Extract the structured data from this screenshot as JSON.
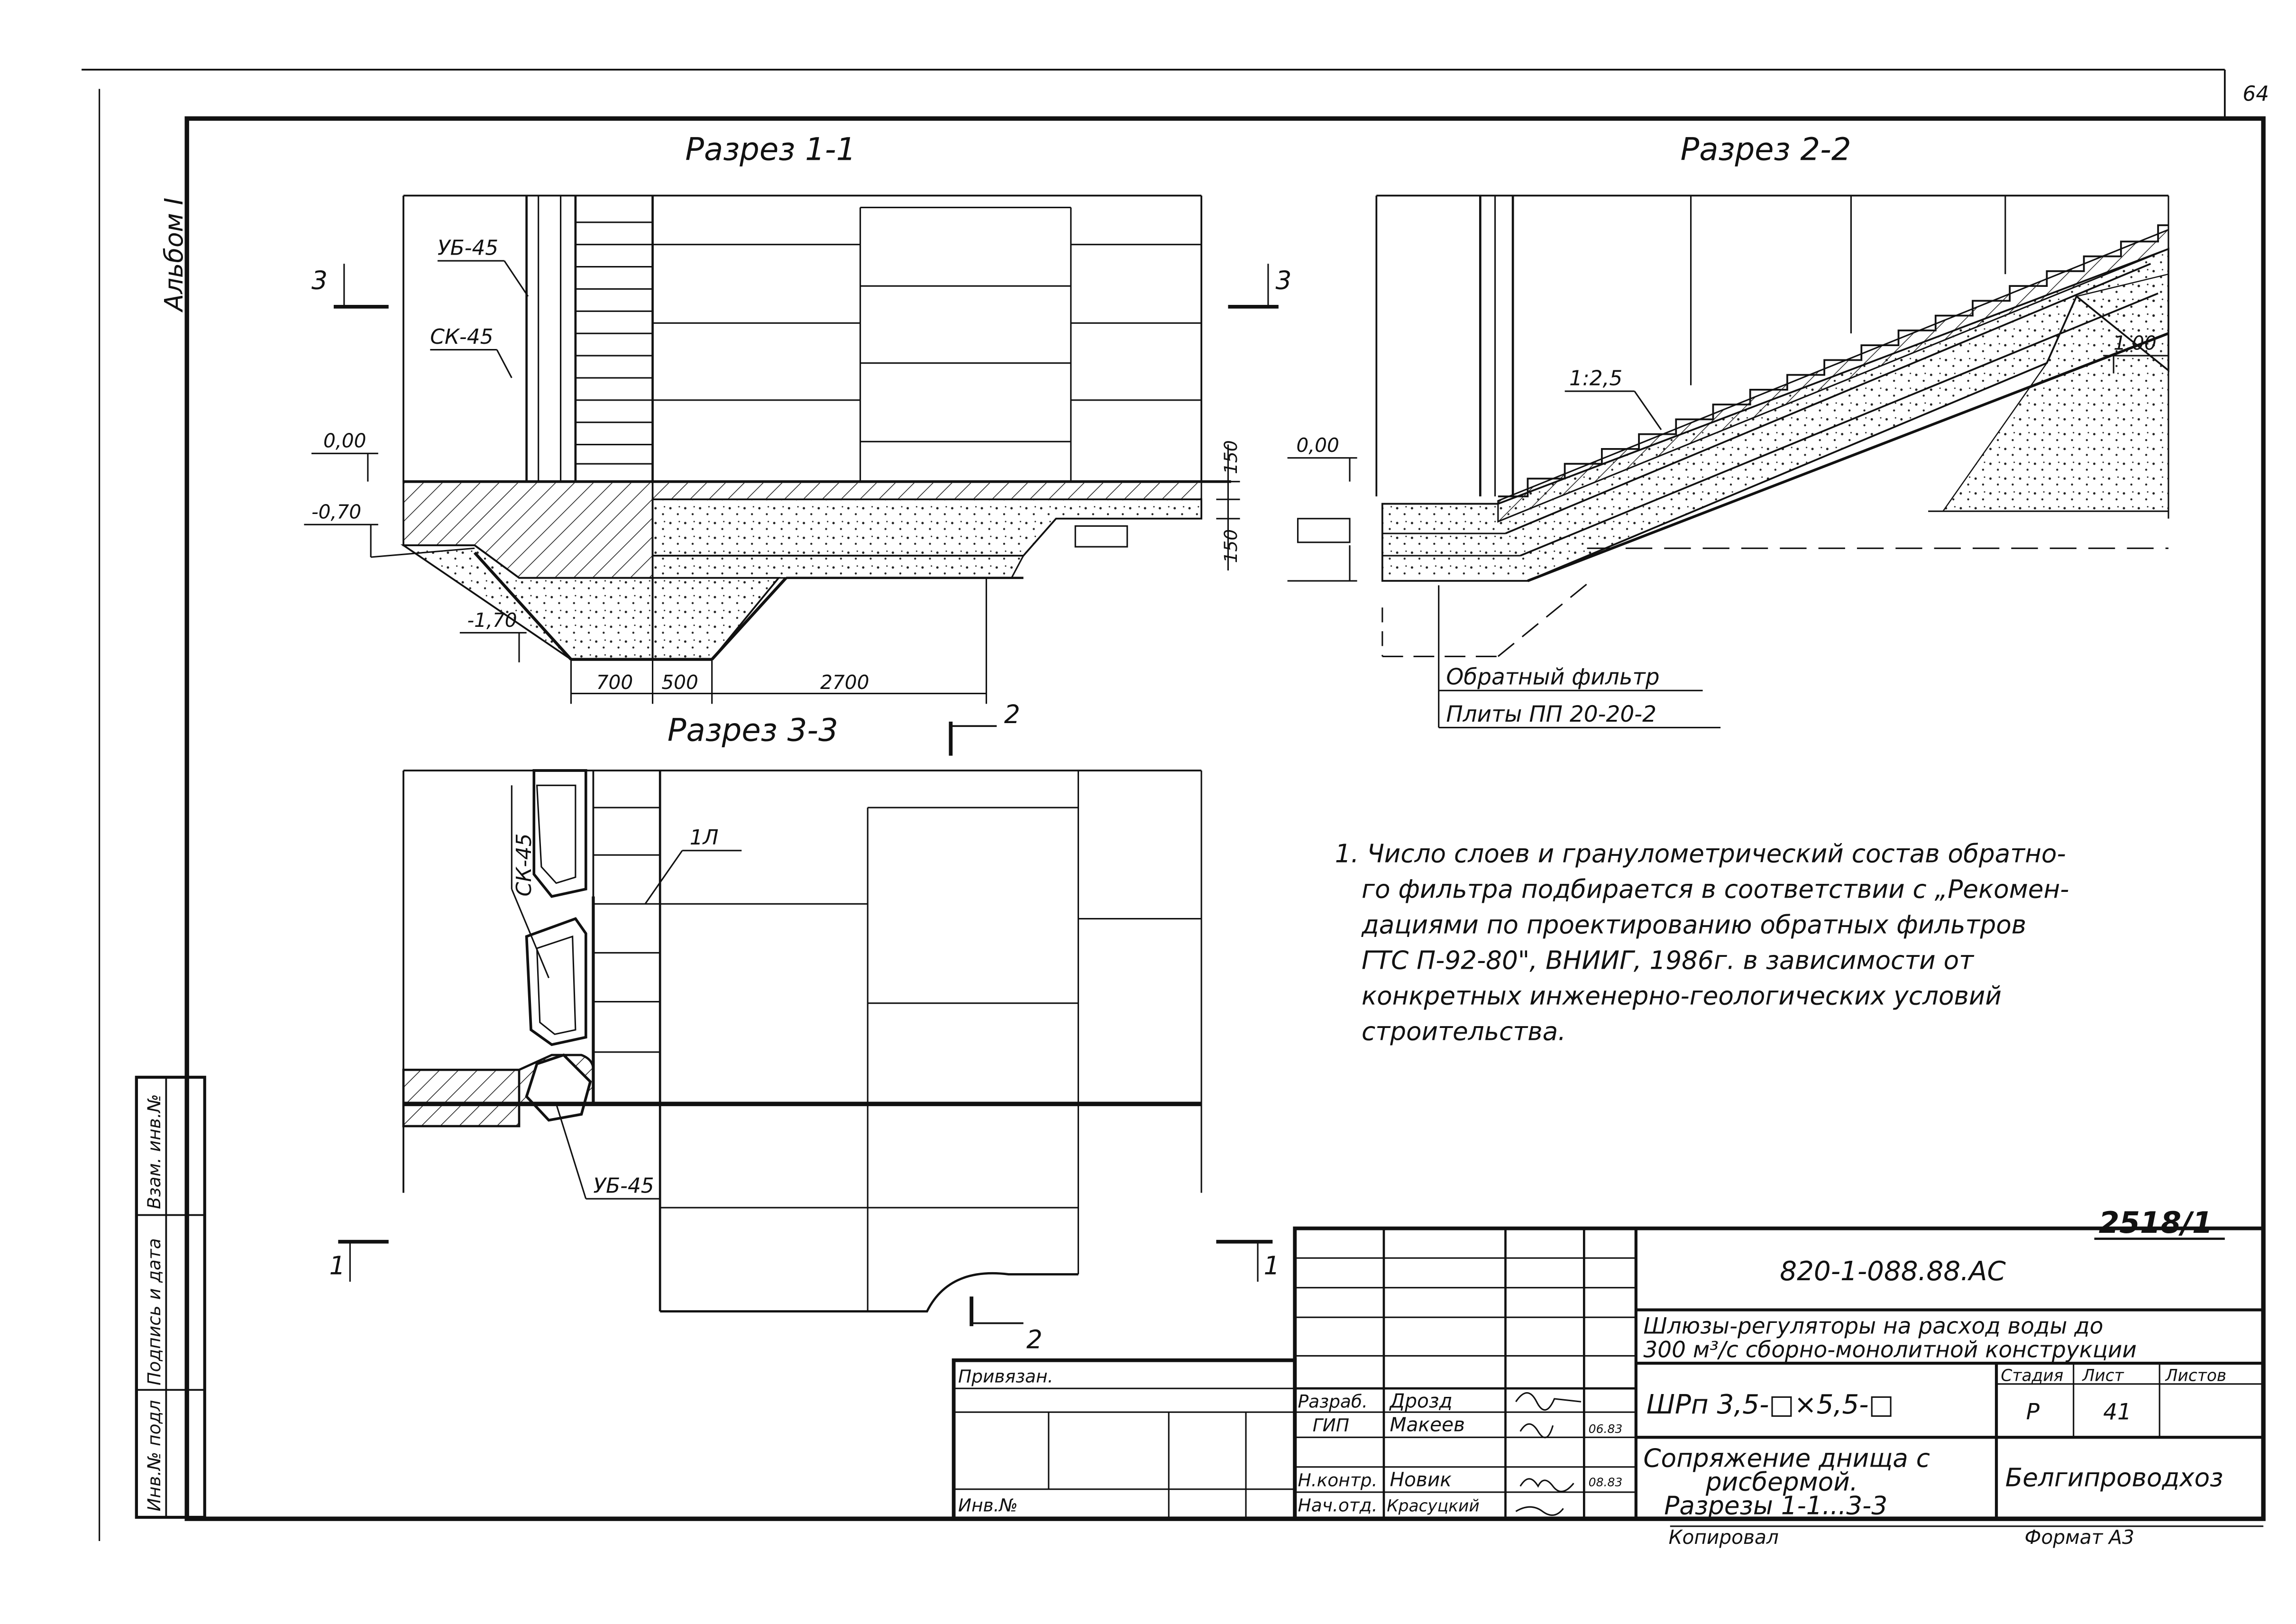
{
  "sheet": {
    "page_no": "64",
    "album": "Альбом I",
    "sheet_code": "2518/1"
  },
  "section_1": {
    "title": "Разрез 1-1",
    "labels": {
      "ub45": "УБ-45",
      "sk45": "СК-45"
    },
    "levels": {
      "zero": "0,00",
      "minus070": "-0,70",
      "minus170": "-1,70"
    },
    "dims": {
      "d700": "700",
      "d500": "500",
      "d2700": "2700",
      "d150a": "150",
      "d150b": "150"
    },
    "cut_marks": {
      "left": "3",
      "right": "3",
      "bottom": "2"
    }
  },
  "section_2": {
    "title": "Разрез 2-2",
    "labels": {
      "slope": "1:2,5",
      "level_top": "1,00",
      "level_zero": "0,00",
      "filter": "Обратный фильтр",
      "plates": "Плиты ПП 20-20-2"
    }
  },
  "section_3": {
    "title": "Разрез 3-3",
    "labels": {
      "sk45": "СК-45",
      "one_l": "1Л",
      "ub45": "УБ-45"
    },
    "cut_marks": {
      "left": "1",
      "right": "1",
      "bottom": "2"
    }
  },
  "note": {
    "lines": [
      "1. Число слоев и гранулометрический состав обратно-",
      "го фильтра подбирается в соответствии с „Рекомен-",
      "дациями по проектированию обратных фильтров",
      "ГТС П-92-80\", ВНИИГ, 1986г. в зависимости от",
      "конкретных инженерно-геологических условий",
      "строительства."
    ]
  },
  "side_stamp": {
    "inv_podl": "Инв.№ подл",
    "signature_date": "Подпись и дата",
    "vzam_inv": "Взам. инв.№"
  },
  "title_block": {
    "doc_code": "820-1-088.88.АС",
    "title_line1": "Шлюзы-регуляторы на расход воды до",
    "title_line2": "300 м³/с сборно-монолитной конструкции",
    "mark": "ШРп 3,5-□×5,5-□",
    "stage_label": "Стадия",
    "sheet_label": "Лист",
    "sheets_label": "Листов",
    "stage": "Р",
    "sheet": "41",
    "drawing_line1": "Сопряжение днища с",
    "drawing_line2": "рисбермой.",
    "drawing_line3": "Разрезы 1-1...3-3",
    "org": "Белгипроводхоз",
    "privyazan": "Привязан.",
    "inv_no": "Инв.№",
    "roles": [
      "Разраб.",
      "ГИП",
      "Н.контр.",
      "Нач.отд."
    ],
    "names": [
      "Дрозд",
      "Макеев",
      "Новик",
      "Красуцкий"
    ],
    "dates": [
      "06.83",
      "08.83"
    ],
    "copied": "Копировал",
    "format": "Формат А3"
  }
}
